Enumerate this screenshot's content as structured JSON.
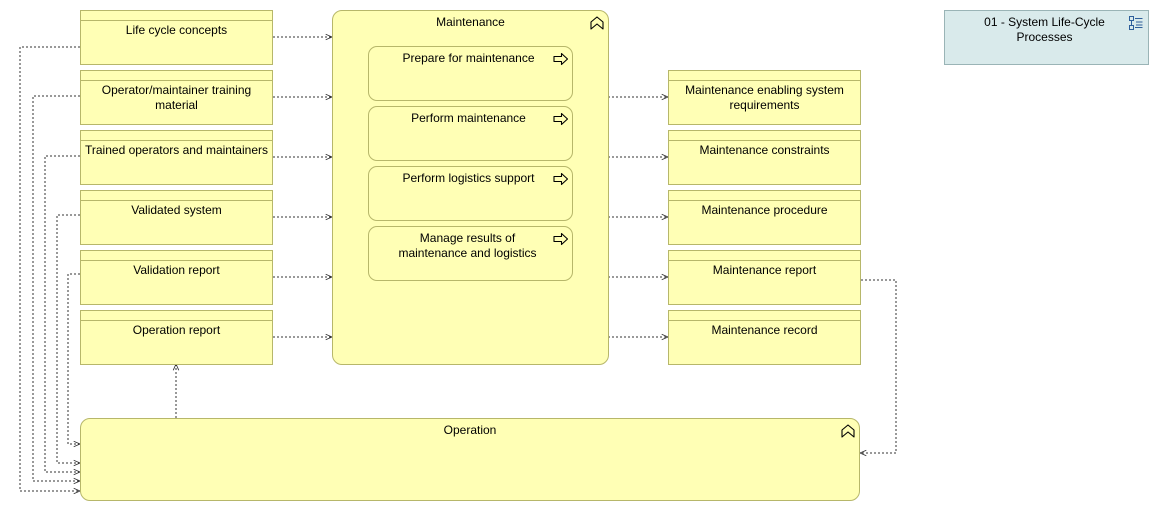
{
  "diagram": {
    "inputs": [
      {
        "label": "Life cycle concepts"
      },
      {
        "label": "Operator/maintainer training material"
      },
      {
        "label": "Trained operators and maintainers"
      },
      {
        "label": "Validated system"
      },
      {
        "label": "Validation report"
      },
      {
        "label": "Operation report"
      }
    ],
    "maintenance": {
      "label": "Maintenance",
      "icon": "function-icon",
      "subprocesses": [
        {
          "label": "Prepare for maintenance",
          "icon": "process-arrow-icon"
        },
        {
          "label": "Perform maintenance",
          "icon": "process-arrow-icon"
        },
        {
          "label": "Perform logistics support",
          "icon": "process-arrow-icon"
        },
        {
          "label": "Manage results of maintenance and logistics",
          "icon": "process-arrow-icon"
        }
      ]
    },
    "outputs": [
      {
        "label": "Maintenance enabling system requirements"
      },
      {
        "label": "Maintenance constraints"
      },
      {
        "label": "Maintenance procedure"
      },
      {
        "label": "Maintenance report"
      },
      {
        "label": "Maintenance record"
      }
    ],
    "operation": {
      "label": "Operation",
      "icon": "function-icon"
    },
    "reference": {
      "label": "01 - System Life-Cycle Processes",
      "icon": "view-reference-icon"
    },
    "colors": {
      "node_fill": "#ffffb5",
      "node_border": "#b7b76a",
      "reference_fill": "#d9eaeb",
      "reference_border": "#9ab4b6",
      "connector": "#333333"
    }
  }
}
